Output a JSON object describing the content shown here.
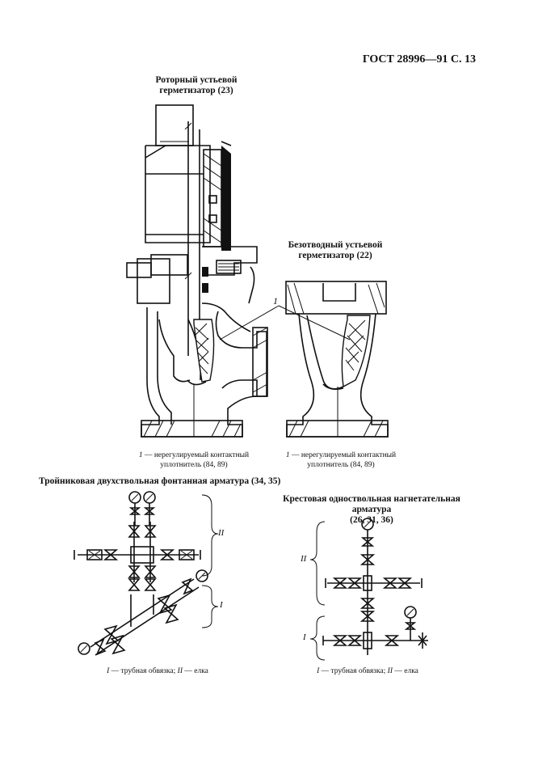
{
  "header": {
    "standard": "ГОСТ 28996—91 С. 13"
  },
  "figure_rotary": {
    "title_line1": "Роторный устьевой",
    "title_line2": "герметизатор (23)",
    "caption_line1": "— нерегулируемый контактный",
    "caption_line2": "уплотнитель (84, 89)",
    "caption_num": "1"
  },
  "figure_waterless": {
    "title_line1": "Безотводный устьевой",
    "title_line2": "герметизатор (22)",
    "caption_line1": "— нерегулируемый контактный",
    "caption_line2": "уплотнитель (84, 89)",
    "caption_num": "1"
  },
  "callout_1": "1",
  "figure_tee": {
    "title": "Тройниковая двухствольная фонтанная арматура (34, 35)",
    "label_I": "I",
    "label_II": "II",
    "caption_num_I": "I",
    "caption_text": "— трубная обвязка;",
    "caption_num_II": "II",
    "caption_text2": "— елка"
  },
  "figure_cross": {
    "title_line1": "Крестовая одноствольная нагнетательная арматура",
    "title_line2": "(26, 31, 36)",
    "label_I": "I",
    "label_II": "II",
    "caption_num_I": "I",
    "caption_text": "— трубная обвязка;",
    "caption_num_II": "II",
    "caption_text2": "— елка"
  }
}
